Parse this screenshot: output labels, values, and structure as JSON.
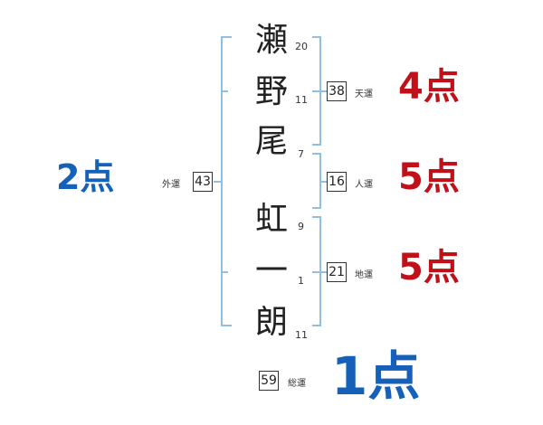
{
  "name_chars": [
    {
      "char": "瀬",
      "strokes": "20"
    },
    {
      "char": "野",
      "strokes": "11"
    },
    {
      "char": "尾",
      "strokes": "7"
    },
    {
      "char": "虹",
      "strokes": "9"
    },
    {
      "char": "一",
      "strokes": "1"
    },
    {
      "char": "朗",
      "strokes": "11"
    }
  ],
  "fortunes": {
    "gaiun": {
      "label": "外運",
      "value": "43",
      "score": "2点"
    },
    "tenun": {
      "label": "天運",
      "value": "38",
      "score": "4点"
    },
    "jinun": {
      "label": "人運",
      "value": "16",
      "score": "5点"
    },
    "chiun": {
      "label": "地運",
      "value": "21",
      "score": "5点"
    },
    "souun": {
      "label": "総運",
      "value": "59",
      "score": "1点"
    }
  },
  "colors": {
    "bracket": "#8fbfe2",
    "good": "#c0101a",
    "total": "#1560b8"
  }
}
